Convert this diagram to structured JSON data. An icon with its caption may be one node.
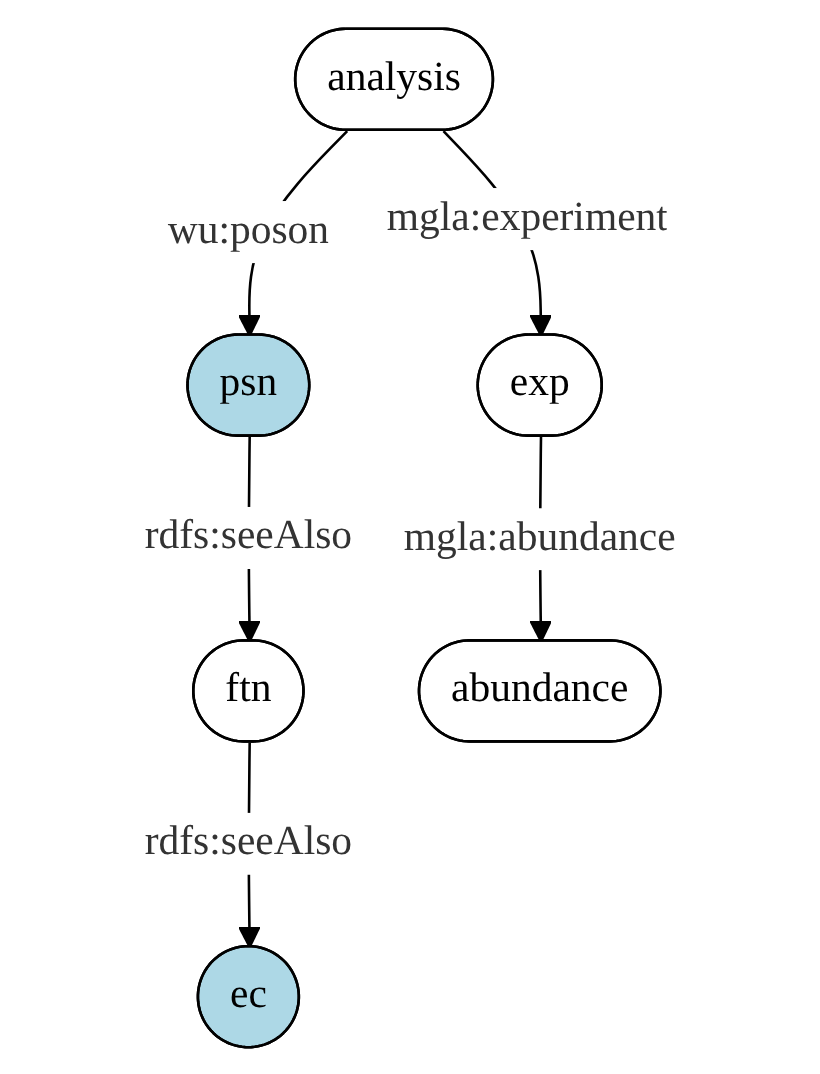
{
  "diagram": {
    "nodes": [
      {
        "text": [
          "analysis"
        ]
      },
      {
        "text": [
          "psn"
        ]
      },
      {
        "text": [
          "exp"
        ]
      },
      {
        "text": [
          "ftn"
        ]
      },
      {
        "text": [
          "abundance"
        ]
      },
      {
        "text": [
          "ec"
        ]
      }
    ],
    "edges": [
      {
        "from": 0,
        "to": 1,
        "arrow": "to",
        "label": "wu:poson"
      },
      {
        "from": 0,
        "to": 2,
        "arrow": "to",
        "label": "mgla:experiment"
      },
      {
        "from": 1,
        "to": 3,
        "arrow": "to",
        "label": "rdfs:seeAlso"
      },
      {
        "from": 2,
        "to": 4,
        "arrow": "to",
        "label": "mgla:abundance"
      },
      {
        "from": 3,
        "to": 5,
        "arrow": "to",
        "label": "rdfs:seeAlso"
      }
    ]
  }
}
